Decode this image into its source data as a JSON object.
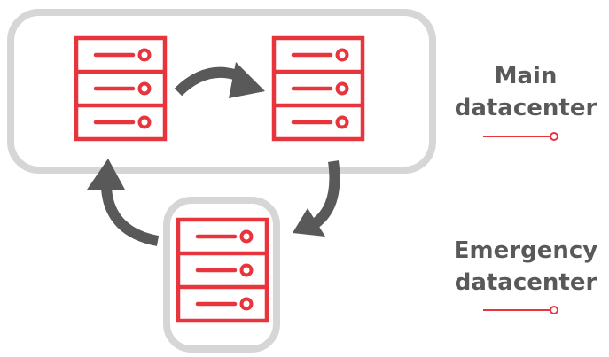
{
  "legend": {
    "main": {
      "line1": "Main",
      "line2": "datacenter"
    },
    "emergency": {
      "line1": "Emergency",
      "line2": "datacenter"
    }
  },
  "colors": {
    "server": "#e8343c",
    "container_border": "#d6d6d6",
    "arrow": "#595959",
    "text": "#595959"
  },
  "icons": {
    "server": "server-rack-icon",
    "arrow": "curved-arrow-icon",
    "legend_connector": "connector-line-icon"
  }
}
